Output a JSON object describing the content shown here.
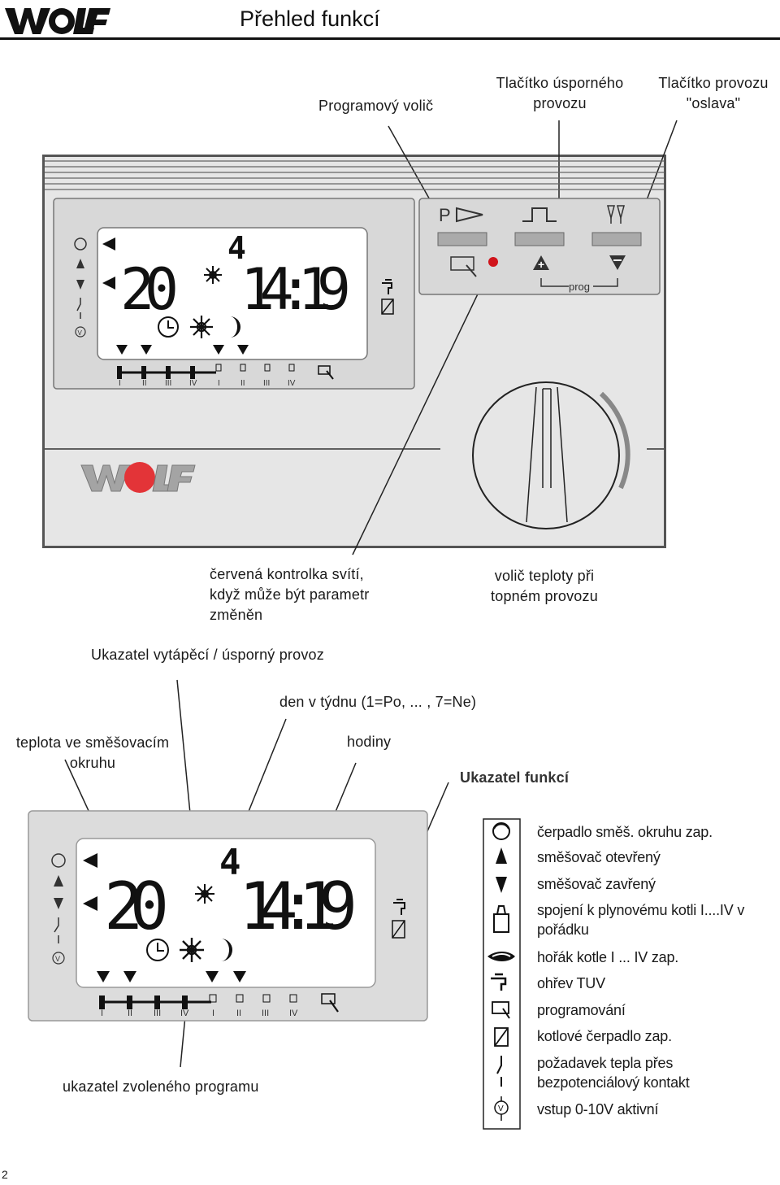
{
  "header": {
    "title": "Přehled funkcí",
    "brand_logo": "WOLF"
  },
  "top_labels": {
    "program_selector": "Programový volič",
    "eco_button_line1": "Tlačítko úsporného",
    "eco_button_line2": "provozu",
    "party_button_line1": "Tlačítko provozu",
    "party_button_line2": "\"oslava\"",
    "red_led_line1": "červená kontrolka svítí,",
    "red_led_line2": "když může být parametr",
    "red_led_line3": "změněn",
    "temp_dial_line1": "volič teploty při",
    "temp_dial_line2": "topném provozu"
  },
  "device": {
    "lcd": {
      "day": "4",
      "temperature": "20",
      "clock": "14:19"
    },
    "button_p_label": "P",
    "prog_label": "prog",
    "plus_label": "+",
    "minus_label": "−",
    "program_marks_roman": [
      "I",
      "II",
      "III",
      "IV",
      "I",
      "II",
      "III",
      "IV"
    ],
    "panel_logo": "WOLF"
  },
  "lower_labels": {
    "heating_indicator": "Ukazatel vytápěcí / úsporný provoz",
    "weekday": "den v týdnu (1=Po, ... , 7=Ne)",
    "mixer_temp_line1": "teplota ve směšovacím",
    "mixer_temp_line2": "okruhu",
    "hours": "hodiny",
    "function_indicator": "Ukazatel funkcí",
    "program_indicator": "ukazatel  zvoleného programu"
  },
  "legend": [
    {
      "icon": "pump-circle-icon",
      "text": "čerpadlo směš. okruhu zap."
    },
    {
      "icon": "triangle-up-icon",
      "text": "směšovač  otevřený"
    },
    {
      "icon": "triangle-down-icon",
      "text": "směšovač  zavřený"
    },
    {
      "icon": "boiler-icon",
      "text": "spojení k plynovému kotli I....IV v pořádku"
    },
    {
      "icon": "burner-flame-icon",
      "text": "hořák kotle I ... IV  zap."
    },
    {
      "icon": "tap-icon",
      "text": "ohřev TUV"
    },
    {
      "icon": "programming-hand-icon",
      "text": "programování"
    },
    {
      "icon": "boiler-pump-icon",
      "text": "kotlové čerpadlo zap."
    },
    {
      "icon": "switch-contact-icon",
      "text": "požadavek tepla přes bezpotenciálový  kontakt"
    },
    {
      "icon": "voltage-input-icon",
      "text": "vstup 0-10V aktivní"
    }
  ],
  "footer": {
    "page_number": "2"
  },
  "colors": {
    "panel_bg": "#e6e6e6",
    "led_red": "#d0141b",
    "text": "#1a1a1a"
  }
}
